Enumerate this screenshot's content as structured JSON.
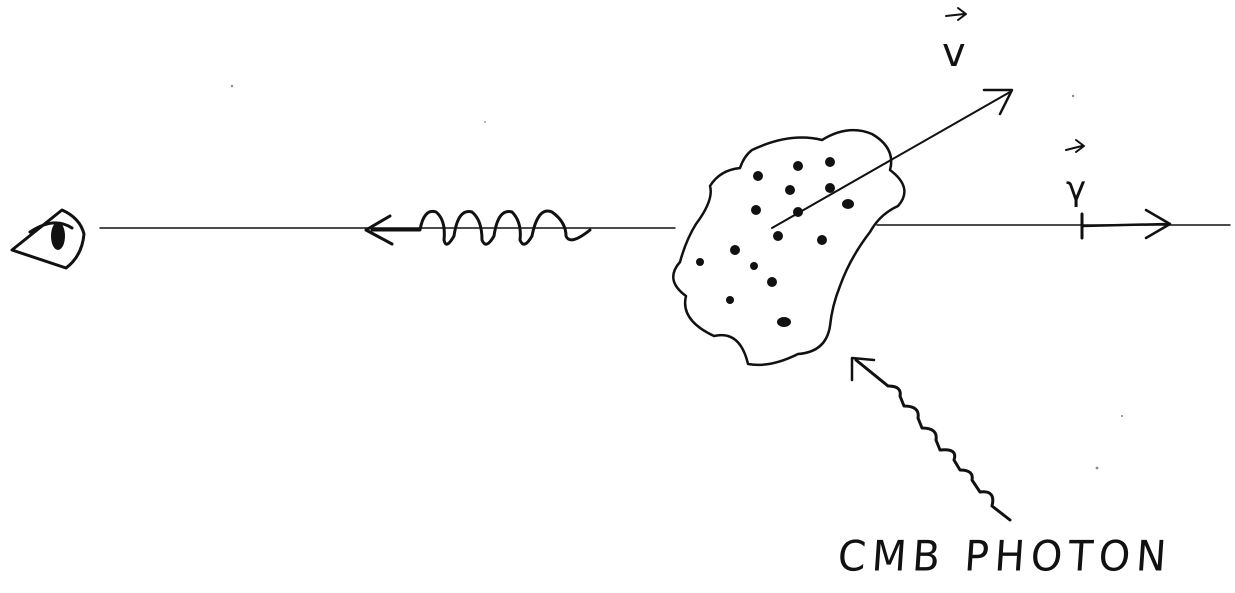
{
  "labels": {
    "velocity": "v",
    "gamma": "γ",
    "cmb_photon": "CMB PHOTON"
  },
  "icons": {
    "observer": "eye-icon"
  }
}
